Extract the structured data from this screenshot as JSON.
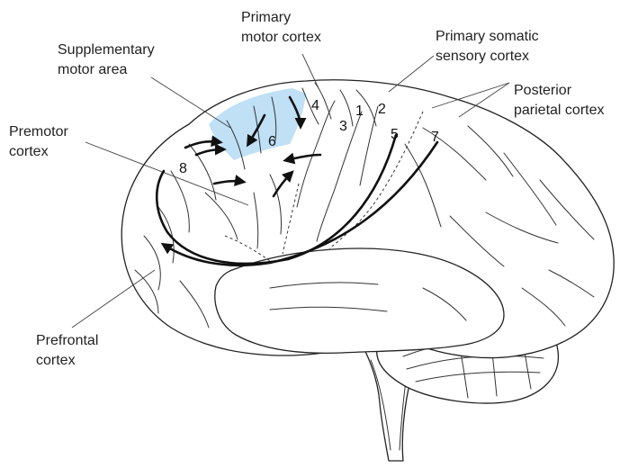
{
  "labels": {
    "supplementary": [
      "Supplementary",
      "motor area"
    ],
    "primary_motor": [
      "Primary",
      "motor cortex"
    ],
    "primary_somatic": [
      "Primary somatic",
      "sensory cortex"
    ],
    "posterior_parietal": [
      "Posterior",
      "parietal cortex"
    ],
    "premotor": [
      "Premotor",
      "cortex"
    ],
    "prefrontal": [
      "Prefrontal",
      "cortex"
    ]
  },
  "area_numbers": [
    "4",
    "1",
    "2",
    "3",
    "5",
    "7",
    "6",
    "8"
  ],
  "colors": {
    "supplementary_fill": "#bfe0f5",
    "outline": "#222222",
    "arrow": "#111111"
  }
}
